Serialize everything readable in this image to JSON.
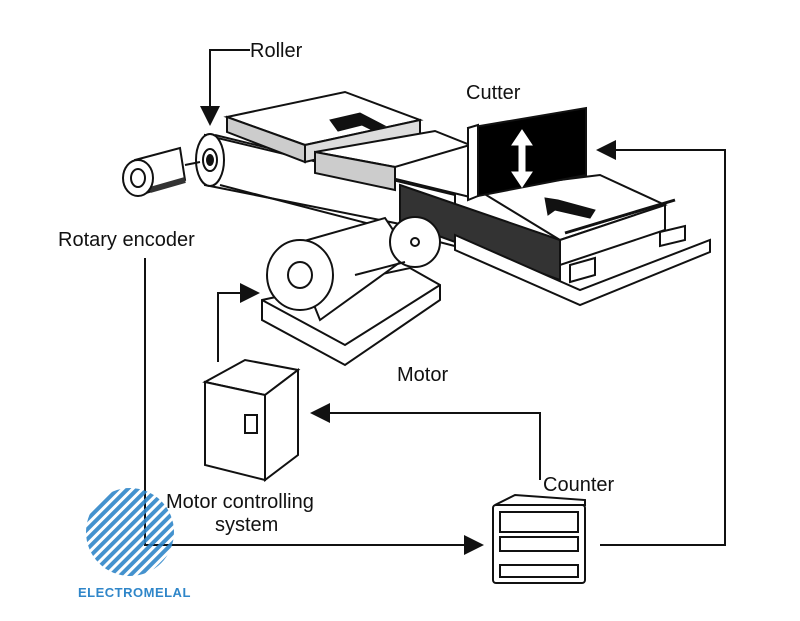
{
  "labels": {
    "roller": "Roller",
    "cutter": "Cutter",
    "rotary_encoder": "Rotary encoder",
    "motor": "Motor",
    "motor_controlling_line1": "Motor controlling",
    "motor_controlling_line2": "system",
    "counter": "Counter"
  },
  "watermark": {
    "text": "ELECTROMELAL",
    "color": "#2f86c9"
  },
  "colors": {
    "line": "#111111",
    "cutter_fill": "#000000"
  }
}
